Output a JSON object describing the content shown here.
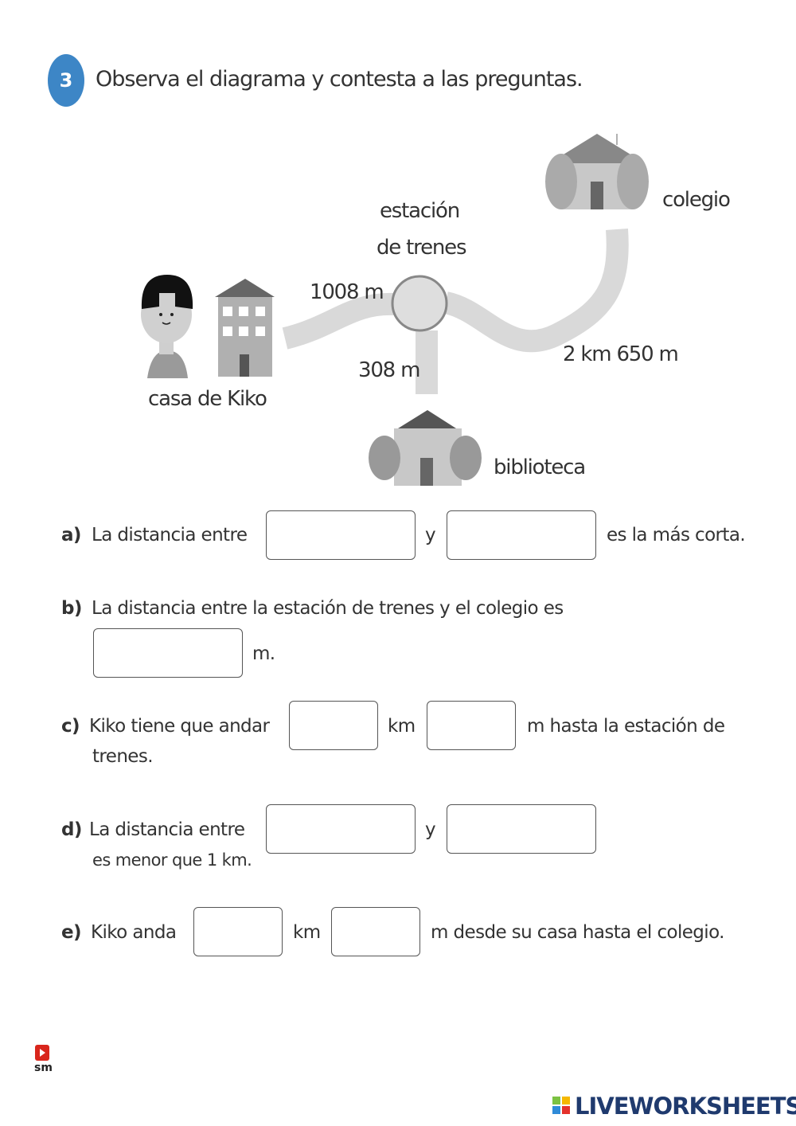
{
  "header": {
    "number": "3",
    "instruction": "Observa el diagrama y contesta a las preguntas."
  },
  "diagram": {
    "labels": {
      "station": [
        "estación",
        "de trenes"
      ],
      "school": "colegio",
      "home": "casa de Kiko",
      "library": "biblioteca"
    },
    "distances": {
      "home_station": "1008 m",
      "station_library": "308 m",
      "station_school": "2 km 650 m"
    }
  },
  "questions": {
    "a": {
      "letter": "a)",
      "text1": "La distancia entre",
      "sep": "y",
      "text2": "es la más corta."
    },
    "b": {
      "letter": "b)",
      "text1": "La distancia entre la estación de trenes y el colegio es",
      "unit": "m."
    },
    "c": {
      "letter": "c)",
      "text1": "Kiko tiene que andar",
      "unit1": "km",
      "text2": "m hasta la estación de",
      "text3": "trenes."
    },
    "d": {
      "letter": "d)",
      "text1": "La distancia entre",
      "sep": "y",
      "text2": "es menor que 1 km."
    },
    "e": {
      "letter": "e)",
      "text1": "Kiko anda",
      "unit1": "km",
      "text2": "m desde su casa hasta el colegio."
    }
  },
  "footer": {
    "publisher": "sm",
    "brand": "LIVEWORKSHEETS"
  }
}
